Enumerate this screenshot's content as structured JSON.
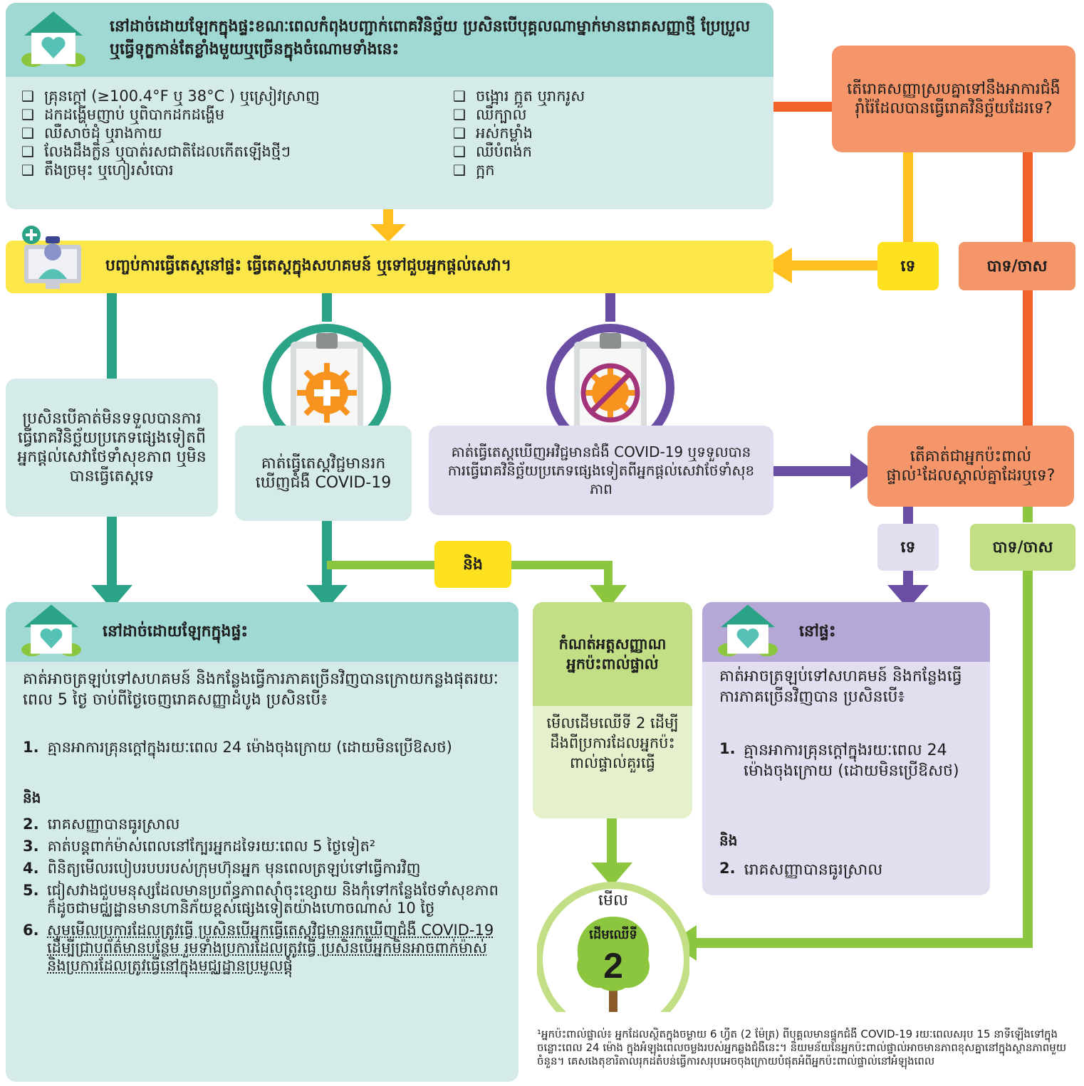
{
  "top_box": {
    "title": "នៅដាច់ដោយឡែកក្នុងផ្ទះខណៈពេលកំពុងបញ្ជាក់ពោគវិនិច្ឆ័យ ប្រសិនបើបុគ្គលណាម្នាក់មានរោគសញ្ញាថ្មី ប្រែប្រួល ឬធ្វើទុក្ខកាន់តែខ្លាំងមួយឬច្រើនក្នុងចំណោមទាំងនេះ",
    "symptoms_left": [
      "គ្រុនក្តៅ (≥100.4°F ឬ 38°C ) ឬស្រៀវស្រាញ",
      "ដកដង្ហើមញាប់ ឬពិបាកដកដង្ហើម",
      "ឈឺសាច់ដុំ ឬរាងកាយ",
      "លែងដឹងក្លិន ឬបាត់រសជាតិដែលកើតឡើងថ្មីៗ",
      "តឹងច្រមុះ ឬហៀរសំបោរ"
    ],
    "symptoms_right": [
      "ចង្អោរ ក្អួត ឬរាករូស",
      "ឈឺក្បាល",
      "អស់កម្លាំង",
      "ឈឺបំពង់ក",
      "ក្អក"
    ],
    "checkbox_glyph": "❑"
  },
  "question_allergy": "តើរោគសញ្ញាស្របគ្នាទៅនឹងអាការជំងឺរ៉ាំរ៉ៃដែលបានធ្វើរោគវិនិច្ឆ័យដែរទេ?",
  "label_no_1": "ទេ",
  "label_yes_1": "បាទ/ចាស",
  "test_bar": "បញ្ចប់ការធ្វើតេស្តនៅផ្ទះ ធ្វើតេស្តក្នុងសហគមន៍ ឬទៅជួបអ្នកផ្តល់សេវា។",
  "not_tested_box": "ប្រសិនបើគាត់មិនទទួលបានការធ្វើរោគវិនិច្ឆ័យប្រភេទផ្សេងទៀតពីអ្នកផ្តល់សេវាថែទាំសុខភាព ឬមិនបានធ្វើតេស្តទេ",
  "positive_box": "គាត់ធ្វើតេស្តវិជ្ជមានរកឃើញជំងឺ COVID-19",
  "negative_box": "គាត់ធ្វើតេស្តឃើញអវិជ្ជមានជំងឺ COVID-19 ឬទទួលបានការធ្វើរោគវិនិច្ឆ័យប្រភេទផ្សេងទៀតពីអ្នកផ្តល់សេវាថែទាំសុខភាព",
  "question_contact": "តើគាត់ជាអ្នកប៉ះពាល់ផ្ទាល់¹ដែលស្គាល់គ្នាដែរឬទេ?",
  "label_and": "និង",
  "label_no_2": "ទេ",
  "label_yes_2": "បាទ/ចាស",
  "isolate_box": {
    "title": "នៅដាច់ដោយឡែកក្នុងផ្ទះ",
    "intro": "គាត់អាចត្រឡប់ទៅសហគមន៍ និងកន្លែងធ្វើការភាគច្រើនវិញបានក្រោយកន្លងផុតរយៈពេល 5 ថ្ងៃ ចាប់ពីថ្ងៃចេញរោគសញ្ញាដំបូង ប្រសិនបើ៖",
    "steps_a": [
      {
        "n": "1.",
        "text": "គ្មានអាការគ្រុនក្តៅក្នុងរយៈពេល 24 ម៉ោងចុងក្រោយ (ដោយមិនប្រើឱសថ)"
      }
    ],
    "and": "និង",
    "steps_b": [
      {
        "n": "2.",
        "text": "រោគសញ្ញាបានធូរស្រាល"
      },
      {
        "n": "3.",
        "text": "គាត់បន្តពាក់ម៉ាស់ពេលនៅក្បែរអ្នកដទៃរយៈពេល 5 ថ្ងៃទៀត²"
      },
      {
        "n": "4.",
        "text": "ពិនិត្យមើលរបៀបរបបរបស់ក្រុមហ៊ុនអ្នក មុនពេលត្រឡប់ទៅធ្វើការវិញ"
      },
      {
        "n": "5.",
        "text": "ជៀសវាងជួបមនុស្សដែលមានប្រព័ន្ធភាពស៊ាំចុះខ្សោយ និងកុំទៅកន្លែងថែទាំសុខភាព ក៏ដូចជាមជ្ឈដ្ឋានមានហានិភ័យខ្ពស់ផ្សេងទៀតយ៉ាងហោចណាស់ 10 ថ្ងៃ"
      },
      {
        "n": "6.",
        "text": "សូមមើលប្រការដែលត្រូវធ្វើ ប្រសិនបើអ្នកធ្វើតេស្តវិជ្ជមានរកឃើញជំងឺ COVID-19 ដើម្បីជ្រាបព័ត៌មានបន្ថែម រួមទាំងប្រការដែលត្រូវធ្វើ ប្រសិនបើអ្នកមិនអាចពាក់ម៉ាស់ និងប្រការដែលត្រូវធ្វើនៅក្នុងមជ្ឈដ្ឋានប្រមូលផ្តុំ"
      }
    ]
  },
  "contacts_box": {
    "title": "កំណត់អត្តសញ្ញាណអ្នកប៉ះពាល់ផ្ទាល់",
    "body": "មើលដើមឈើទី 2 ដើម្បីដឹងពីប្រការដែលអ្នកប៉ះពាល់ផ្ទាល់គួរធ្វើ"
  },
  "home_box": {
    "title": "នៅផ្ទះ",
    "intro": "គាត់អាចត្រឡប់ទៅសហគមន៍ និងកន្លែងធ្វើការភាគច្រើនវិញបាន ប្រសិនបើ៖",
    "step1": {
      "n": "1.",
      "text": "គ្មានអាការគ្រុនក្តៅក្នុងរយៈពេល 24 ម៉ោងចុងក្រោយ (ដោយមិនប្រើឱសថ)"
    },
    "and": "និង",
    "step2": {
      "n": "2.",
      "text": "រោគសញ្ញាបានធូរស្រាល"
    }
  },
  "tree": {
    "see": "មើល",
    "label": "ដើមឈើទី",
    "number": "2"
  },
  "footnote": "¹អ្នកប៉ះពាល់ផ្ទាល់៖ អ្នកដែលស្ថិតក្នុងចម្ងាយ 6 ហ្វីត (2 ម៉ែត្រ) ពីបុគ្គលមានផ្ទុកជំងឺ COVID-19 រយៈពេលសរុប 15 នាទីឡើងទៅក្នុងចន្លោះពេល 24 ម៉ោង ក្នុងអំឡុងពេលចម្លងរបស់អ្នកឆ្លងជំងឺនេះ។ និយមន័យនៃអ្នកប៉ះពាល់ផ្ទាល់អាចមានភាពខុសគ្នានៅក្នុងស្ថានភាពមួយចំនួន។ គេសងេតុខារិតាលរុកដតំបន់ធ្វើការសរុបអេចចុងក្រោយបំផុតអំពីអ្នកប៉ះពាល់ផ្ទាល់នៅអំឡុងពេល",
  "colors": {
    "teal": "#2aa387",
    "yellow": "#ffbf1f",
    "orange": "#f1622a",
    "purple": "#6a4ea4",
    "green": "#8cc63f"
  }
}
